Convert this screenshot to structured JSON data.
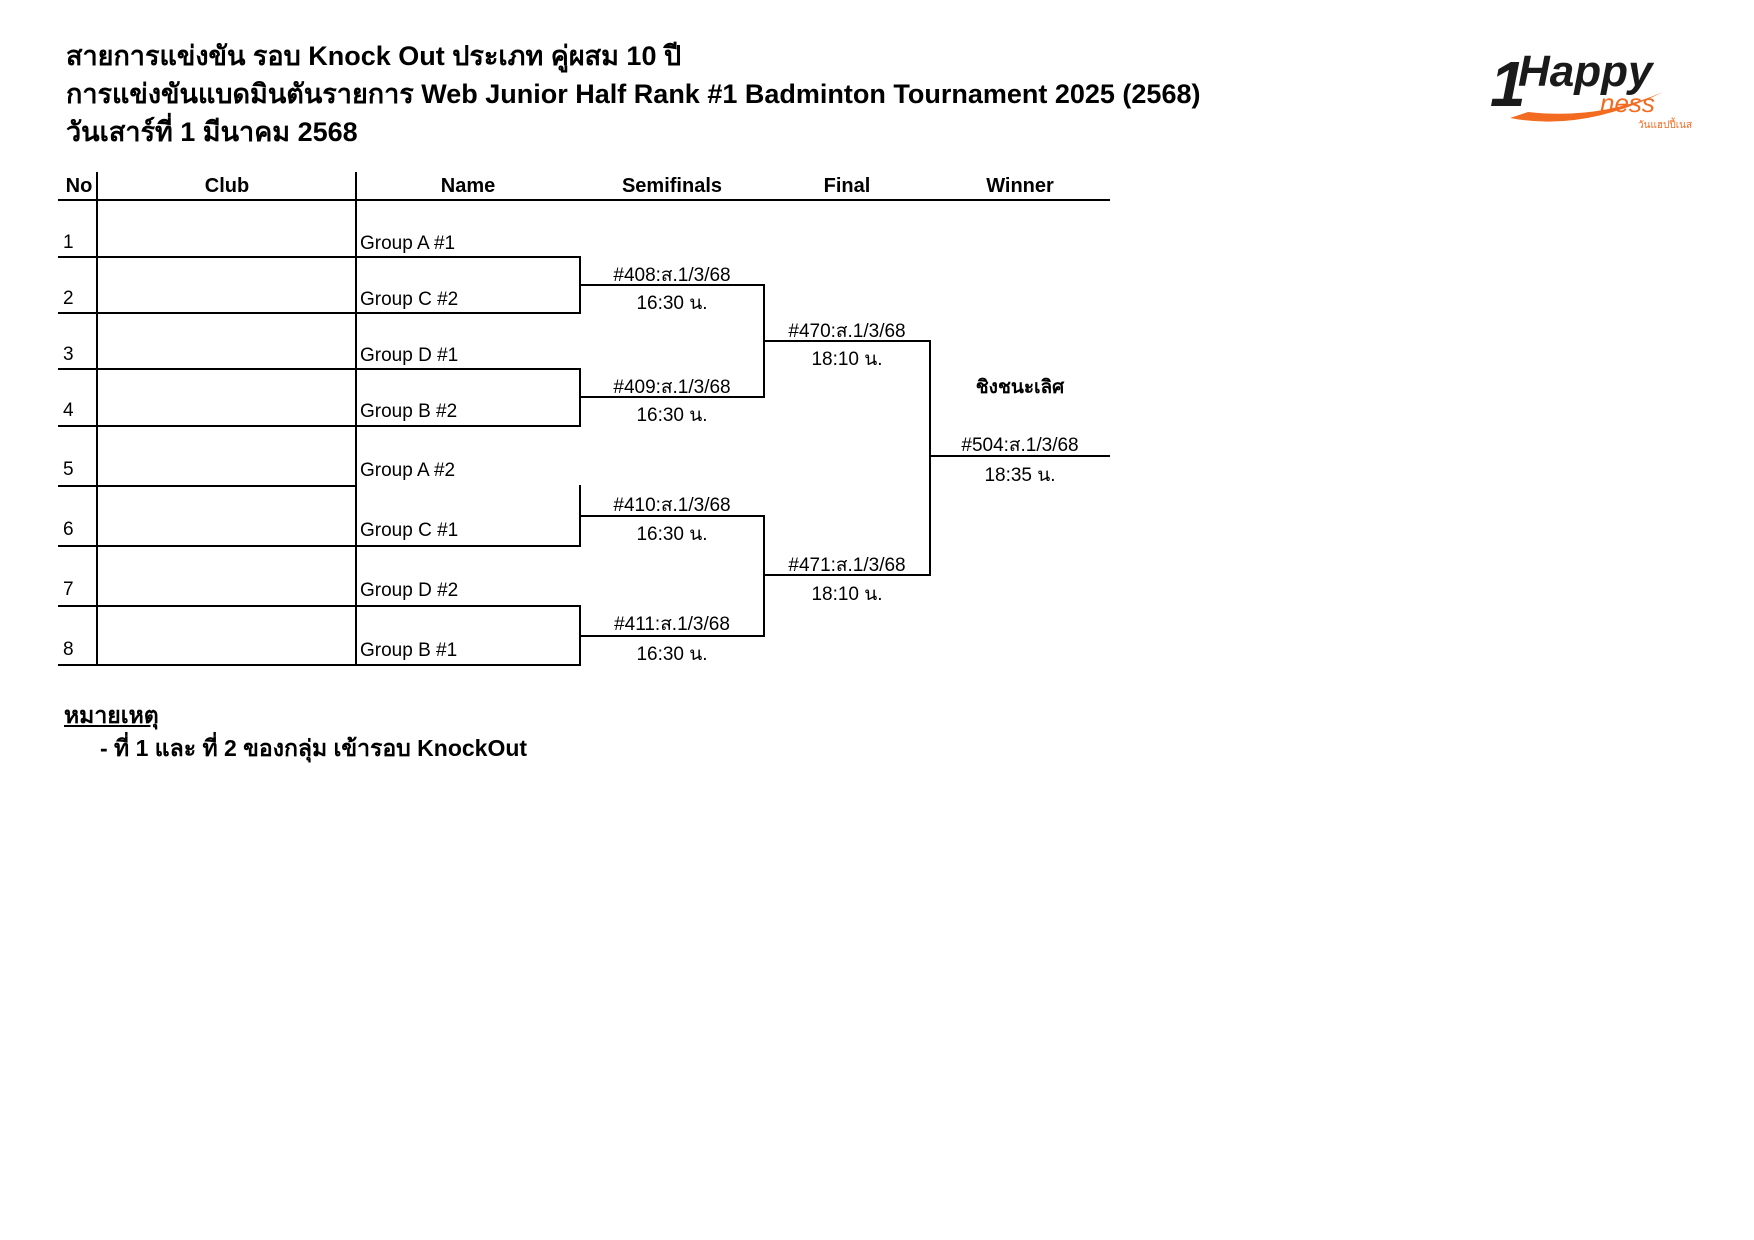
{
  "header": {
    "title_line1": "สายการแข่งขัน รอบ Knock Out ประเภท คู่ผสม 10 ปี",
    "title_line2": "การแข่งขันแบดมินตันรายการ Web Junior Half Rank #1 Badminton Tournament 2025 (2568)",
    "title_line3": "วันเสาร์ที่ 1 มีนาคม 2568"
  },
  "logo": {
    "numeral": "1",
    "wordmark": "Happy",
    "suffix": "ness",
    "tagline": "วันแฮปปี้เนส",
    "colors": {
      "dark": "#1a1a1a",
      "orange": "#f26b21"
    }
  },
  "columns": {
    "no": "No",
    "club": "Club",
    "name": "Name",
    "semifinals": "Semifinals",
    "final": "Final",
    "winner": "Winner"
  },
  "entries": [
    {
      "no": "1",
      "club": "",
      "name": "Group A #1"
    },
    {
      "no": "2",
      "club": "",
      "name": "Group C #2"
    },
    {
      "no": "3",
      "club": "",
      "name": "Group D #1"
    },
    {
      "no": "4",
      "club": "",
      "name": "Group B #2"
    },
    {
      "no": "5",
      "club": "",
      "name": "Group A #2"
    },
    {
      "no": "6",
      "club": "",
      "name": "Group C #1"
    },
    {
      "no": "7",
      "club": "",
      "name": "Group D #2"
    },
    {
      "no": "8",
      "club": "",
      "name": "Group B #1"
    }
  ],
  "semifinals": [
    {
      "match": "#408:ส.1/3/68",
      "time": "16:30 น."
    },
    {
      "match": "#409:ส.1/3/68",
      "time": "16:30 น."
    },
    {
      "match": "#410:ส.1/3/68",
      "time": "16:30 น."
    },
    {
      "match": "#411:ส.1/3/68",
      "time": "16:30 น."
    }
  ],
  "finals": [
    {
      "match": "#470:ส.1/3/68",
      "time": "18:10 น."
    },
    {
      "match": "#471:ส.1/3/68",
      "time": "18:10 น."
    }
  ],
  "winner": {
    "label": "ชิงชนะเลิศ",
    "match": "#504:ส.1/3/68",
    "time": "18:35 น."
  },
  "note": {
    "title": "หมายเหตุ",
    "line": "- ที่ 1 และ ที่ 2 ของกลุ่ม เข้ารอบ KnockOut"
  }
}
